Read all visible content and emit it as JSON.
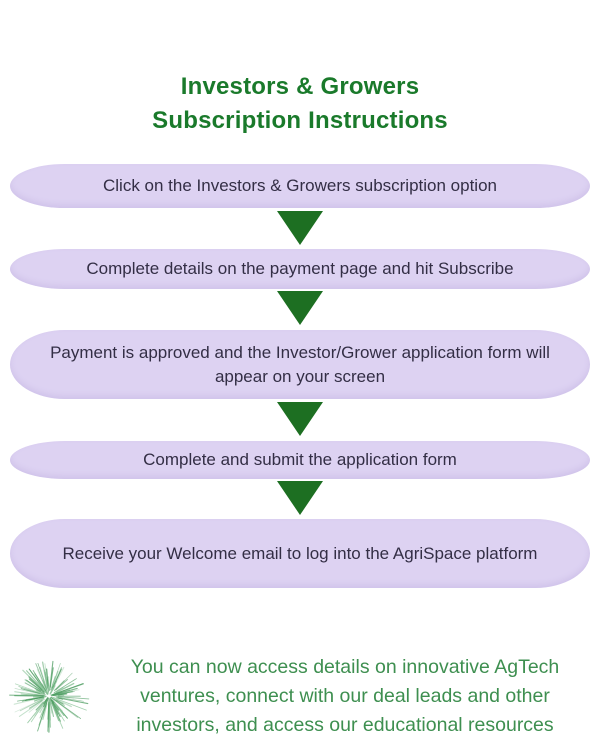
{
  "title": {
    "line1": "Investors & Growers",
    "line2": "Subscription Instructions"
  },
  "steps": [
    "Click on the Investors & Growers subscription option",
    "Complete details on the payment page and hit Subscribe",
    "Payment is approved and the Investor/Grower application form will appear on your screen",
    "Complete and submit the application form",
    "Receive your Welcome email to log into the AgriSpace platform"
  ],
  "footer": {
    "lines": [
      "You can now access details on innovative AgTech",
      "ventures, connect with our deal leads and other",
      "investors, and access our educational resources"
    ],
    "icon": "firework-burst"
  },
  "colors": {
    "background": "#ffffff",
    "title_green": "#1a7a2b",
    "arrow_green": "#1d6f22",
    "pill_bg": "#ddd2f2",
    "pill_text": "#332e45",
    "footer_green": "#3e8f50",
    "icon_green": "#4a9b5e",
    "icon_green_light": "#8cc49a"
  }
}
